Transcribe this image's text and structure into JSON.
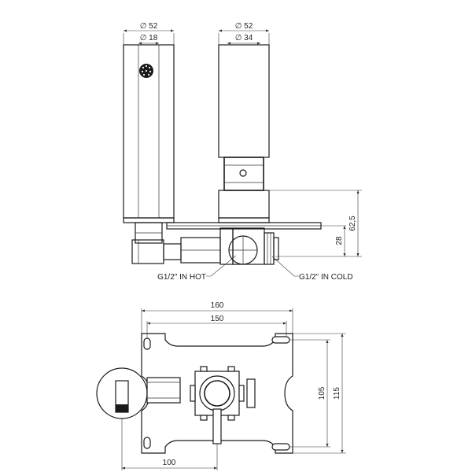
{
  "dimensions": {
    "outlet_outer_diameter": "∅ 52",
    "outlet_inner_diameter": "∅ 18",
    "handle_outer_diameter": "∅ 52",
    "handle_inner_diameter": "∅ 34",
    "height_outer": "62,5",
    "height_inner": "28",
    "plate_width_outer": "160",
    "plate_width_inner": "150",
    "plate_height_inner": "105",
    "plate_height_outer": "115",
    "offset_width": "100"
  },
  "callouts": {
    "hot_inlet": "G1/2\" IN HOT",
    "cold_inlet": "G1/2\" IN COLD"
  }
}
